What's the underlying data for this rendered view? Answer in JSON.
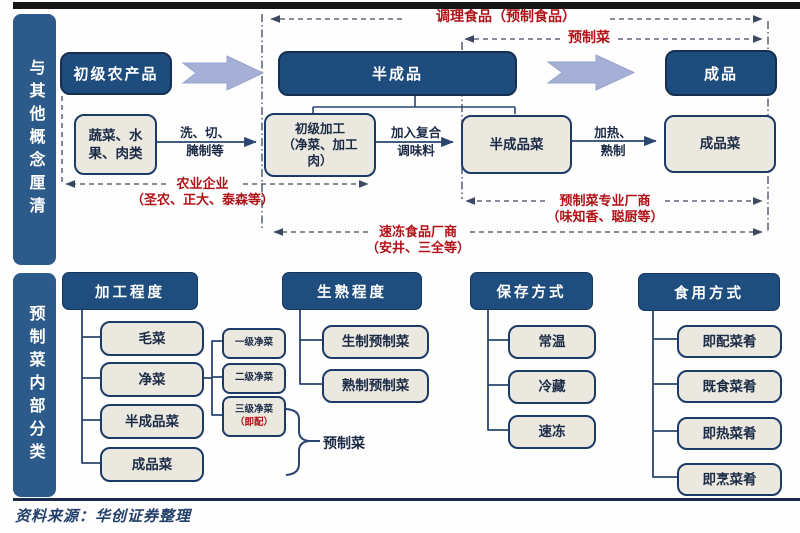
{
  "colors": {
    "navy_box": "#1e4c7c",
    "sidebar_blue": "#2c5a8b",
    "light_box_fill": "#eae8df",
    "box_border_navy": "#1b3a66",
    "red_accent": "#b01218",
    "block_arrow": "#a6b0d6"
  },
  "top": {
    "sidebar": "与其他概念厘清",
    "overlay_line1": "调理食品（预制食品）",
    "overlay_line2": "预制菜",
    "stage1": "初级农产品",
    "stage2": "半成品",
    "stage3": "成品",
    "box_raw": "蔬菜、水\n果、肉类",
    "arrow1_label": "洗、切、\n腌制等",
    "box_primary_processing": "初级加工\n（净菜、加工\n肉）",
    "arrow2_label": "加入复合\n调味料",
    "box_semi_dish": "半成品菜",
    "arrow3_label": "加热、\n熟制",
    "box_finished_dish": "成品菜",
    "annotation_agriculture": "农业企业\n（圣农、正大、泰森等）",
    "annotation_prepared_vendor": "预制菜专业厂商\n（味知香、聪厨等）",
    "annotation_frozen_vendor": "速冻食品厂商\n（安井、三全等）"
  },
  "bottom": {
    "sidebar": "预制菜内部分类",
    "columns": [
      {
        "header": "加工程度",
        "items": [
          "毛菜",
          "净菜",
          "半成品菜",
          "成品菜"
        ]
      },
      {
        "header": "生熟程度",
        "items": [
          "生制预制菜",
          "熟制预制菜"
        ]
      },
      {
        "header": "保存方式",
        "items": [
          "常温",
          "冷藏",
          "速冻"
        ]
      },
      {
        "header": "食用方式",
        "items": [
          "即配菜肴",
          "既食菜肴",
          "即热菜肴",
          "即烹菜肴"
        ]
      }
    ],
    "clean_levels": [
      "一级净菜",
      "二级净菜",
      "三级净菜"
    ],
    "clean_level3_tag": "（即配）",
    "brace_label": "预制菜"
  },
  "footer": {
    "source": "资料来源：华创证券整理"
  }
}
